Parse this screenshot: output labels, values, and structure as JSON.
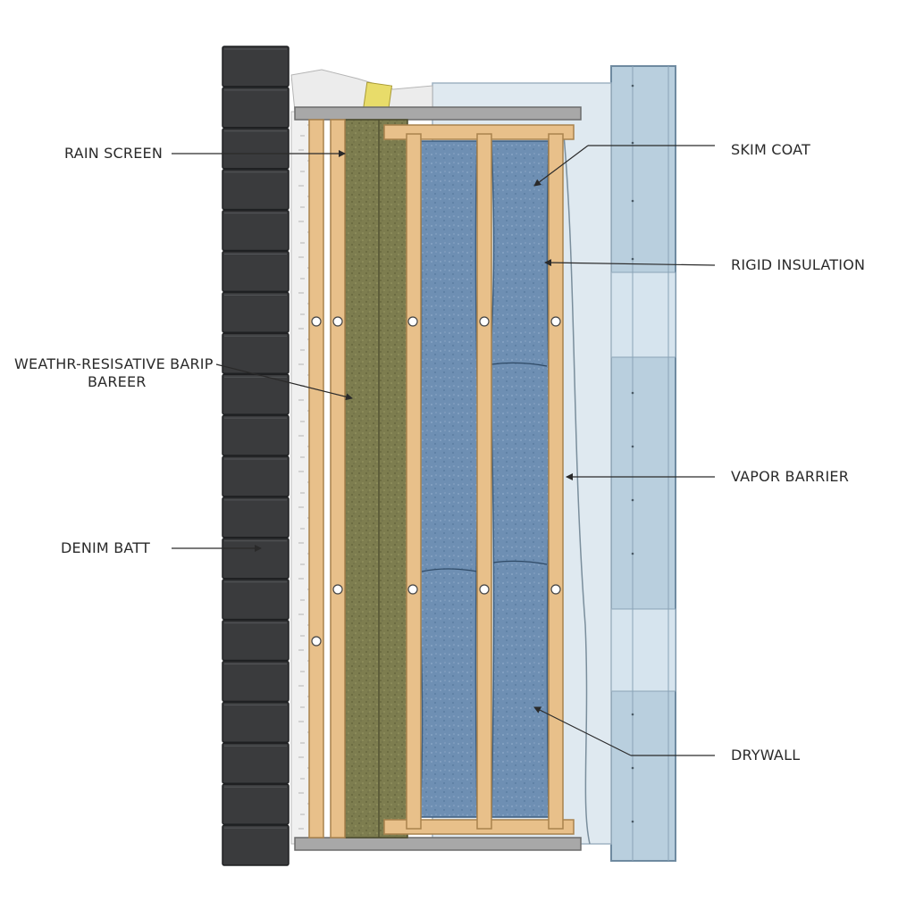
{
  "labels": {
    "rain_screen": "RAIN SCREEN",
    "wrb_line1": "WEATHR-RESISATIVE BARIP",
    "wrb_line2": "BAREER",
    "denim_batt": "DENIM BATT",
    "skim_coat": "SKIM COAT",
    "rigid_insulation": "RIGID INSULATION",
    "vapor_barrier": "VAPOR BARRIER",
    "drywall": "DRYWALL"
  },
  "colors": {
    "siding": "#3a3b3d",
    "siding_edge": "#1f2022",
    "wrap": "#f2f2f2",
    "wood": "#e8c08a",
    "wood_edge": "#a9824d",
    "mineral_wool": "#7d7d4f",
    "denim": "#6e8fb3",
    "denim_light": "#8ea9c8",
    "rigid_panel": "#dfe9f0",
    "drywall": "#b9cfde",
    "drywall_light": "#d6e4ee",
    "metal": "#9a9a9a",
    "tape": "#e8dc6a",
    "leader": "#2a2a2a"
  }
}
